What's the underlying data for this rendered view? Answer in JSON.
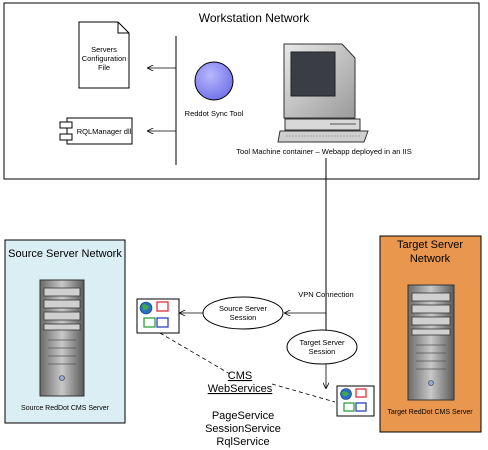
{
  "workstation": {
    "title": "Workstation Network",
    "servers_config_file": [
      "Servers",
      "Configuration",
      "File"
    ],
    "rqlmanager": "RQLManager dll",
    "sync_tool": "Reddot Sync Tool",
    "tool_machine": "Tool Machine container – Webapp deployed in an IIS"
  },
  "source_network": {
    "title": "Source Server Network",
    "server_label": "Source RedDot CMS Server"
  },
  "target_network": {
    "title": [
      "Target Server",
      "Network"
    ],
    "server_label": "Target RedDot CMS Server"
  },
  "connections": {
    "vpn": "VPN Connection",
    "source_session": [
      "Source Server",
      "Session"
    ],
    "target_session": [
      "Target Server",
      "Session"
    ]
  },
  "cms_webservices": {
    "title": [
      "CMS",
      "WebServices"
    ],
    "services": [
      "PageService",
      "SessionService",
      "RqlService"
    ]
  },
  "colors": {
    "source_bg": "#daeef3",
    "target_bg": "#e9974f",
    "sync_tool_fill": "#9595ff",
    "icon_red": "#e0303a",
    "icon_blue": "#3040c0",
    "icon_green": "#30a040"
  }
}
